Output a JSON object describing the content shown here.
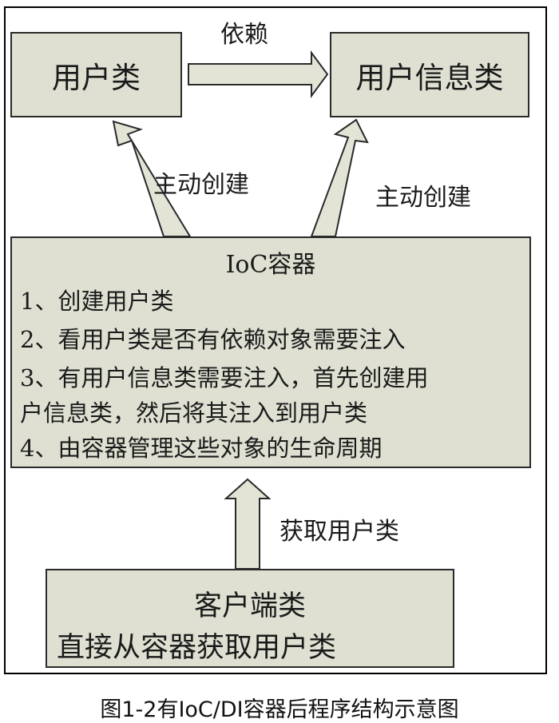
{
  "nodes": {
    "user_class": "用户类",
    "user_info_class": "用户信息类",
    "ioc": {
      "title": "IoC容器",
      "lines": [
        "1、创建用户类",
        "2、看用户类是否有依赖对象需要注入",
        "3、有用户信息类需要注入，首先创建用",
        "户信息类，然后将其注入到用户类",
        "4、由容器管理这些对象的生命周期"
      ]
    },
    "client": {
      "title": "客户端类",
      "description": "直接从容器获取用户类"
    }
  },
  "edges": {
    "depends": "依赖",
    "create_user": "主动创建",
    "create_user_info": "主动创建",
    "get_user": "获取用户类"
  },
  "caption": "图1-2有IoC/DI容器后程序结构示意图",
  "colors": {
    "box_fill": "#dfe0d2",
    "arrow_fill": "#e3e4d6",
    "border": "#2a2a2a"
  }
}
